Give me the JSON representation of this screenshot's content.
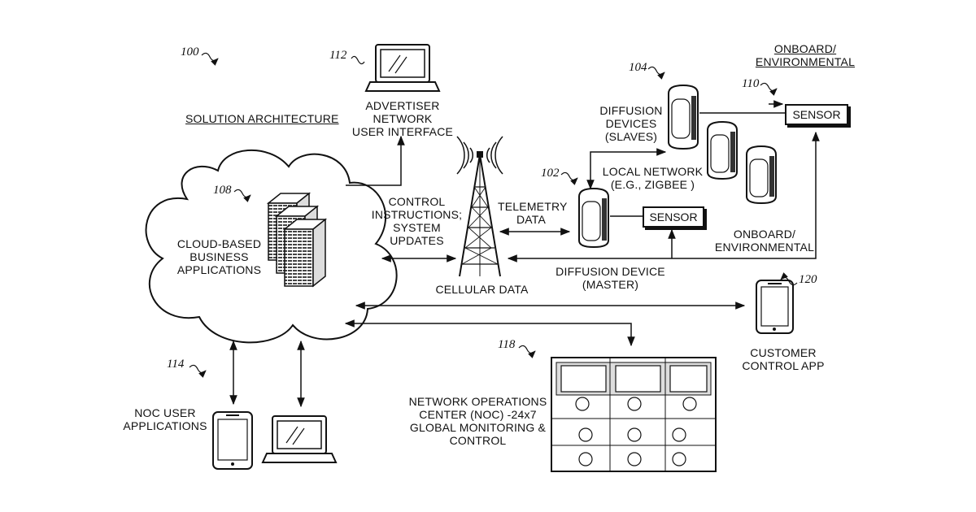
{
  "refs": {
    "system": "100",
    "master": "102",
    "slaves": "104",
    "cloud": "108",
    "sensor": "110",
    "advertiser": "112",
    "noc_apps": "114",
    "noc": "118",
    "customer": "120"
  },
  "labels": {
    "solution": "SOLUTION ARCHITECTURE",
    "advertiser": "ADVERTISER NETWORK\nUSER INTERFACE",
    "onboard_top": "ONBOARD/\nENVIRONMENTAL",
    "diffusion_devices": "DIFFUSION\nDEVICES\n(SLAVES)",
    "sensor_top": "SENSOR",
    "local_network": "LOCAL NETWORK\n(E.G., ZIGBEE )",
    "sensor_mid": "SENSOR",
    "onboard_mid": "ONBOARD/\nENVIRONMENTAL",
    "control": "CONTROL\nINSTRUCTIONS;\nSYSTEM\nUPDATES",
    "telemetry": "TELEMETRY\nDATA",
    "cellular": "CELLULAR DATA",
    "master": "DIFFUSION DEVICE\n(MASTER)",
    "cloud": "CLOUD-BASED\nBUSINESS\nAPPLICATIONS",
    "customer": "CUSTOMER\nCONTROL APP",
    "noc_apps": "NOC USER\nAPPLICATIONS",
    "noc": "NETWORK OPERATIONS\nCENTER (NOC) -24x7\nGLOBAL MONITORING &\nCONTROL"
  }
}
